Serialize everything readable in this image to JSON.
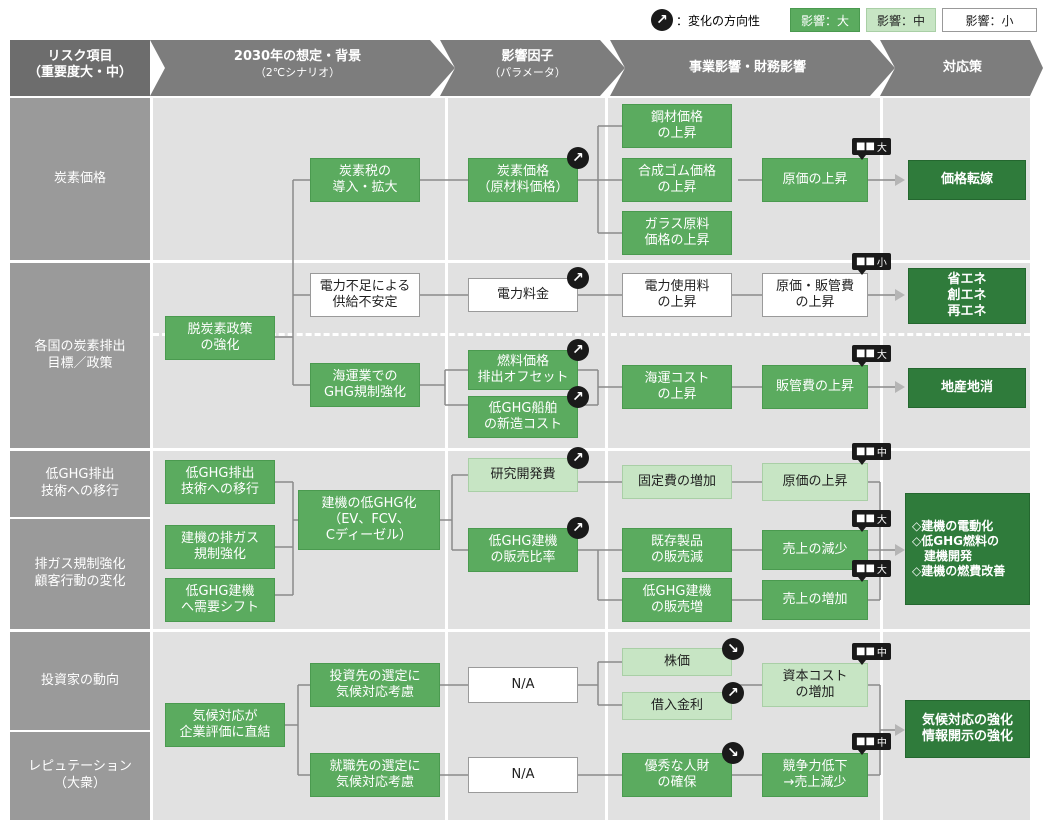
{
  "legend": {
    "direction_label": "：変化の方向性",
    "direction_symbol": "↗",
    "impact_large": "影響：大",
    "impact_medium": "影響：中",
    "impact_small": "影響：小"
  },
  "header": {
    "col1": "リスク項目\n（重要度大・中）",
    "col2_title": "2030年の想定・背景",
    "col2_sub": "（2℃シナリオ）",
    "col3_title": "影響因子",
    "col3_sub": "（パラメータ）",
    "col4": "事業影響・財務影響",
    "col5": "対応策"
  },
  "rows": {
    "r1": "炭素価格",
    "r2": "各国の炭素排出\n目標／政策",
    "r3": "低GHG排出\n技術への移行",
    "r4": "排ガス規制強化\n顧客行動の変化",
    "r5": "投資家の動向",
    "r6": "レピュテーション\n（大衆）"
  },
  "assumptions": {
    "carbon_tax": "炭素税の\n導入・拡大",
    "power_shortage": "電力不足による\n供給不安定",
    "decarb_policy": "脱炭素政策\nの強化",
    "shipping_ghg": "海運業での\nGHG規制強化",
    "low_ghg_tech": "低GHG排出\n技術への移行",
    "machine_low_ghg": "建機の低GHG化\n（EV、FCV、\nCディーゼル）",
    "exhaust_reg": "建機の排ガス\n規制強化",
    "demand_shift": "低GHG建機\nへ需要シフト",
    "climate_eval": "気候対応が\n企業評価に直結",
    "investor_select": "投資先の選定に\n気候対応考慮",
    "job_select": "就職先の選定に\n気候対応考慮"
  },
  "factors": {
    "carbon_price": "炭素価格\n（原材料価格）",
    "power_price": "電力料金",
    "fuel_price": "燃料価格\n排出オフセット",
    "ship_cost": "低GHG船舶\nの新造コスト",
    "rnd_cost": "研究開発費",
    "sales_ratio": "低GHG建機\nの販売比率",
    "na1": "N/A",
    "na2": "N/A"
  },
  "impacts": {
    "steel_price": "鋼材価格\nの上昇",
    "rubber_price": "合成ゴム価格\nの上昇",
    "glass_price": "ガラス原料\n価格の上昇",
    "power_usage": "電力使用料\nの上昇",
    "shipping_cost": "海運コスト\nの上昇",
    "fixed_cost": "固定費の増加",
    "existing_sales": "既存製品\nの販売減",
    "lowghg_sales": "低GHG建機\nの販売増",
    "stock_price": "株価",
    "borrow_rate": "借入金利",
    "talent": "優秀な人財\nの確保"
  },
  "financial": {
    "cost_up": "原価の上昇",
    "cost_sga_up": "原価・販管費\nの上昇",
    "sga_up": "販管費の上昇",
    "cost_up2": "原価の上昇",
    "sales_down": "売上の減少",
    "sales_up": "売上の増加",
    "capital_cost": "資本コスト\nの増加",
    "competitiveness": "競争力低下\n→売上減少"
  },
  "badges": {
    "large": "大",
    "medium": "中",
    "small": "小"
  },
  "responses": {
    "price_pass": "価格転嫁",
    "energy": "省エネ\n創エネ\n再エネ",
    "local": "地産地消",
    "machine": "◇建機の電動化\n◇低GHG燃料の\n　建機開発\n◇建機の燃費改善",
    "climate": "気候対応の強化\n情報開示の強化"
  },
  "colors": {
    "header_bar": "#6d6d6d",
    "row_label_bg": "#9a9a9a",
    "panel_bg": "#dedede",
    "impact_large": "#2f7b3b",
    "impact_medium": "#5bab5f",
    "impact_small": "#c7e5c4"
  }
}
